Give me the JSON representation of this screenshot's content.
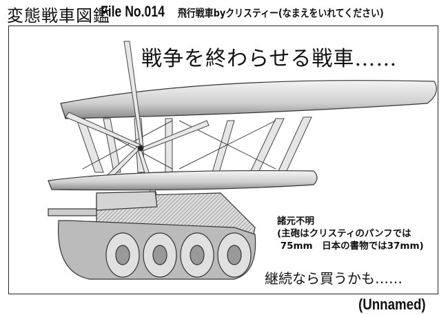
{
  "header": {
    "title": "変態戦車図鑑",
    "file_no": "File No.014",
    "subtitle": "飛行戦車byクリスティー(なまえをいれてください)"
  },
  "panel": {
    "headline": "戦争を終わらせる戦車……",
    "specs": [
      "諸元不明",
      "(主砲はクリスティのパンフでは",
      " 75mm　日本の書物では37mm)"
    ],
    "comment": "継続なら買うかも……"
  },
  "footer": {
    "name": "(Unnamed)"
  }
}
